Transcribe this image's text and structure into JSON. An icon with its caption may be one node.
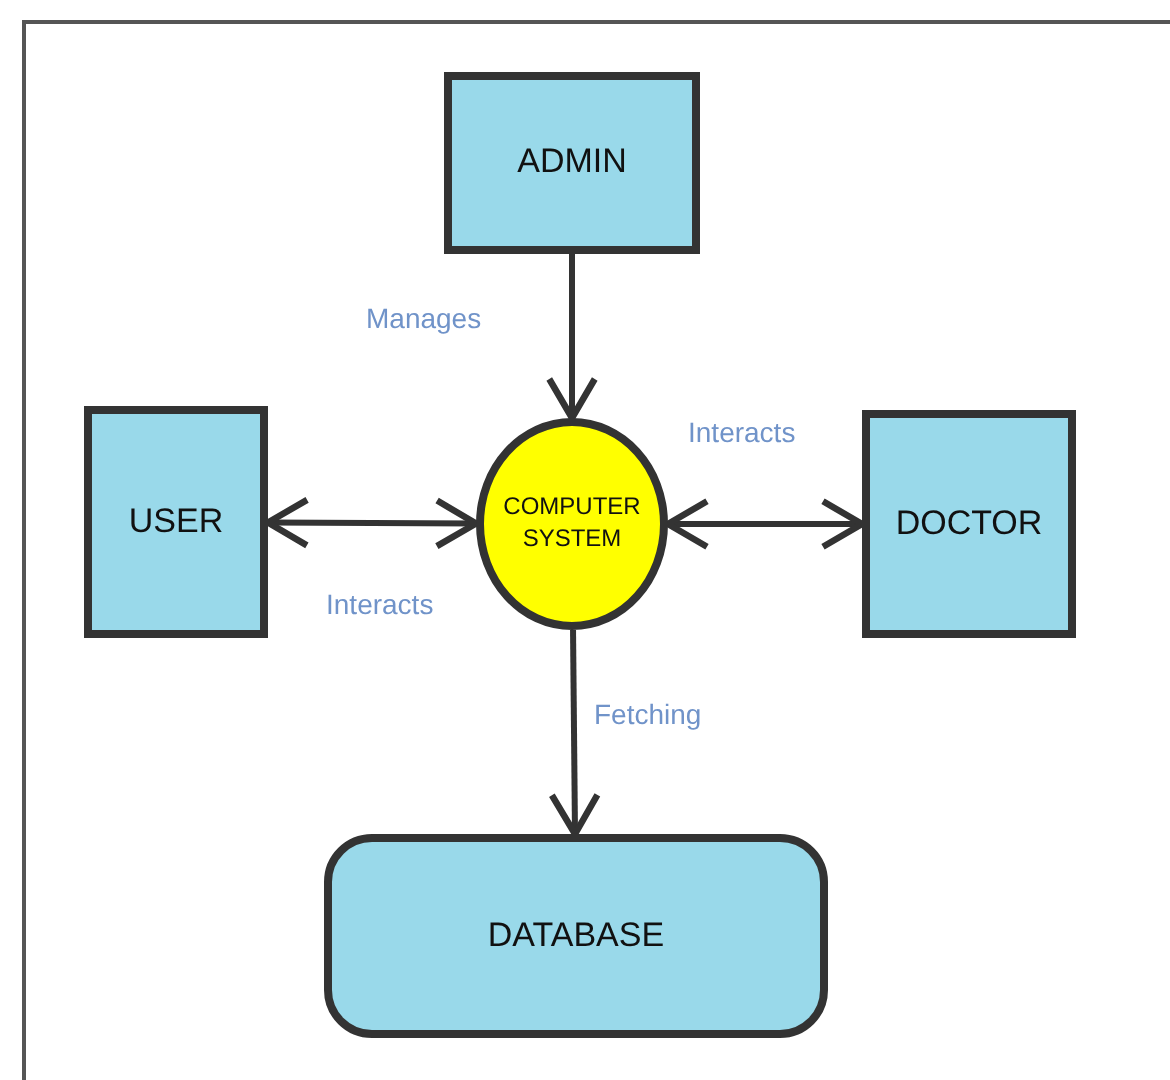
{
  "diagram": {
    "nodes": [
      {
        "text": [
          "ADMIN"
        ]
      },
      {
        "text": [
          "USER"
        ]
      },
      {
        "text": [
          "COMPUTER SYSTEM"
        ]
      },
      {
        "text": [
          "DOCTOR"
        ]
      },
      {
        "text": [
          "DATABASE"
        ]
      }
    ],
    "edges": [
      {
        "from": 0,
        "to": 2,
        "arrow": "to",
        "label": "Manages"
      },
      {
        "from": 1,
        "to": 2,
        "arrow": "both",
        "label": "Interacts"
      },
      {
        "from": 2,
        "to": 3,
        "arrow": "both",
        "label": "Interacts"
      },
      {
        "from": 2,
        "to": 4,
        "arrow": "to",
        "label": "Fetching"
      }
    ]
  }
}
